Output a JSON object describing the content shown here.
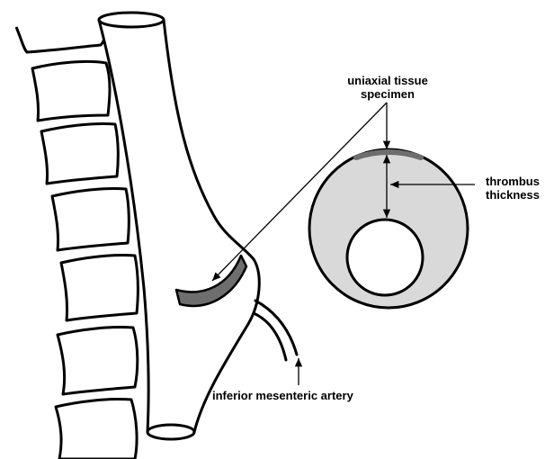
{
  "labels": {
    "specimen_line1": "uniaxial tissue",
    "specimen_line2": "specimen",
    "thrombus_line1": "thrombus",
    "thrombus_line2": "thickness",
    "ima": "inferior mesenteric artery"
  },
  "colors": {
    "outline": "#000000",
    "thrombus_fill": "#d9d9d9",
    "specimen_fill": "#6e6e6e",
    "background": "#ffffff"
  }
}
